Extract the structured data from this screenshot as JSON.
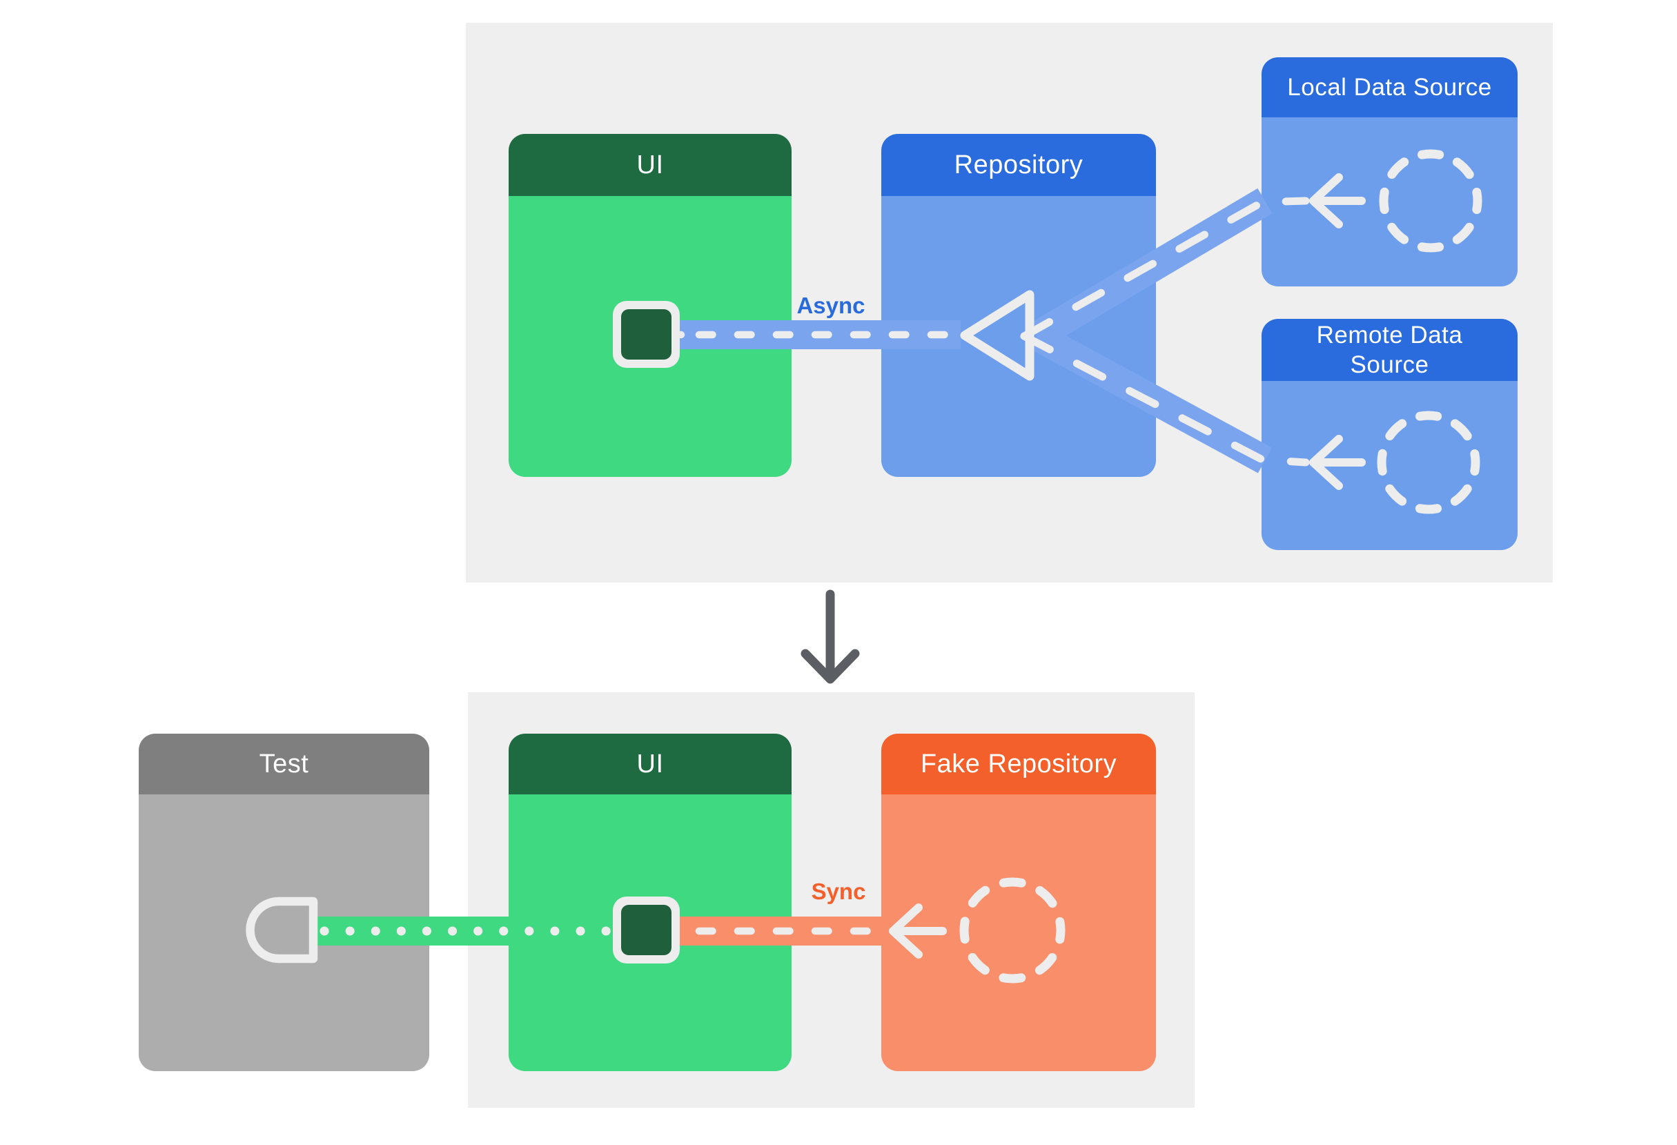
{
  "boxes": {
    "ui_top": {
      "title": "UI",
      "header_color": "#1f6b41",
      "body_color": "#3ed981"
    },
    "repository": {
      "title": "Repository",
      "header_color": "#2a6cdd",
      "body_color": "#6d9eeb"
    },
    "local_data_source": {
      "title": "Local Data Source",
      "header_color": "#2a6cdd",
      "body_color": "#6d9eeb"
    },
    "remote_data_source": {
      "title": "Remote Data Source",
      "header_color": "#2a6cdd",
      "body_color": "#6d9eeb"
    },
    "test": {
      "title": "Test",
      "header_color": "#7f7f7f",
      "body_color": "#adadad"
    },
    "ui_bottom": {
      "title": "UI",
      "header_color": "#1f6b41",
      "body_color": "#3ed981"
    },
    "fake_repository": {
      "title": "Fake Repository",
      "header_color": "#f4602b",
      "body_color": "#f98e6b"
    }
  },
  "labels": {
    "async": "Async",
    "sync": "Sync"
  },
  "colors": {
    "page_background": "#ffffff",
    "panel_background": "#efefef",
    "async_label": "#2a6bdb",
    "sync_label": "#f4602b",
    "connector_blue_band": "#7aa5ee",
    "connector_green_band": "#3ed981",
    "connector_orange_band": "#f98e6b",
    "connector_stroke_light": "#ededed",
    "plug_square_fill": "#1f5f3c",
    "down_arrow": "#5b5e62"
  },
  "icons": {
    "plug_square": "viewmodel-plug-square-icon",
    "socket": "test-socket-icon",
    "dashed_circle": "dashed-circle-icon",
    "arrow_left": "arrow-left-icon",
    "triangle_arrowhead": "triangle-arrowhead-icon",
    "down_arrow": "down-arrow-icon"
  }
}
